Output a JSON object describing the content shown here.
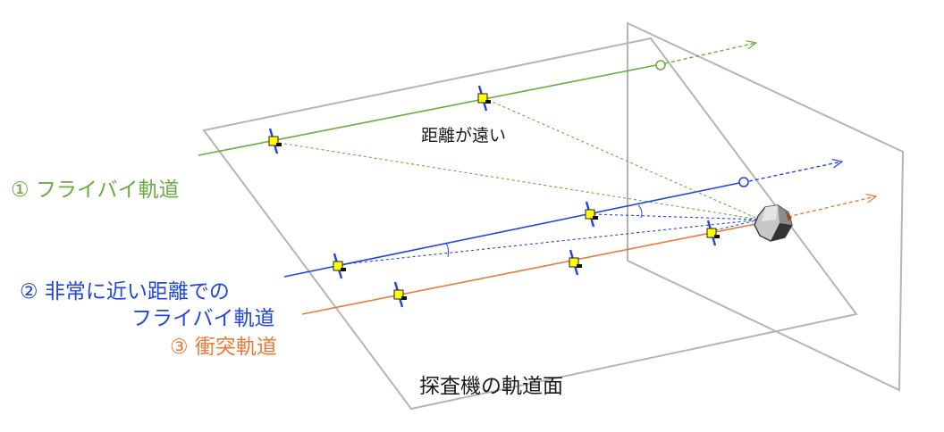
{
  "colors": {
    "flyby": "#6aab42",
    "close_flyby": "#2146e0",
    "impact": "#ea7a38",
    "plane": "#b5b5b5",
    "probe_body": "#ffff00",
    "text": "#1a1a1a"
  },
  "labels": {
    "flyby": "① フライバイ軌道",
    "close_flyby_line1": "② 非常に近い距離での",
    "close_flyby_line2": "フライバイ軌道",
    "impact": "③ 衝突軌道",
    "far_distance": "距離が遠い",
    "orbit_plane": "探査機の軌道面"
  },
  "icons": {
    "target_body": "asteroid-icon",
    "probe": "spacecraft-icon",
    "crossing": "open-circle-marker"
  }
}
